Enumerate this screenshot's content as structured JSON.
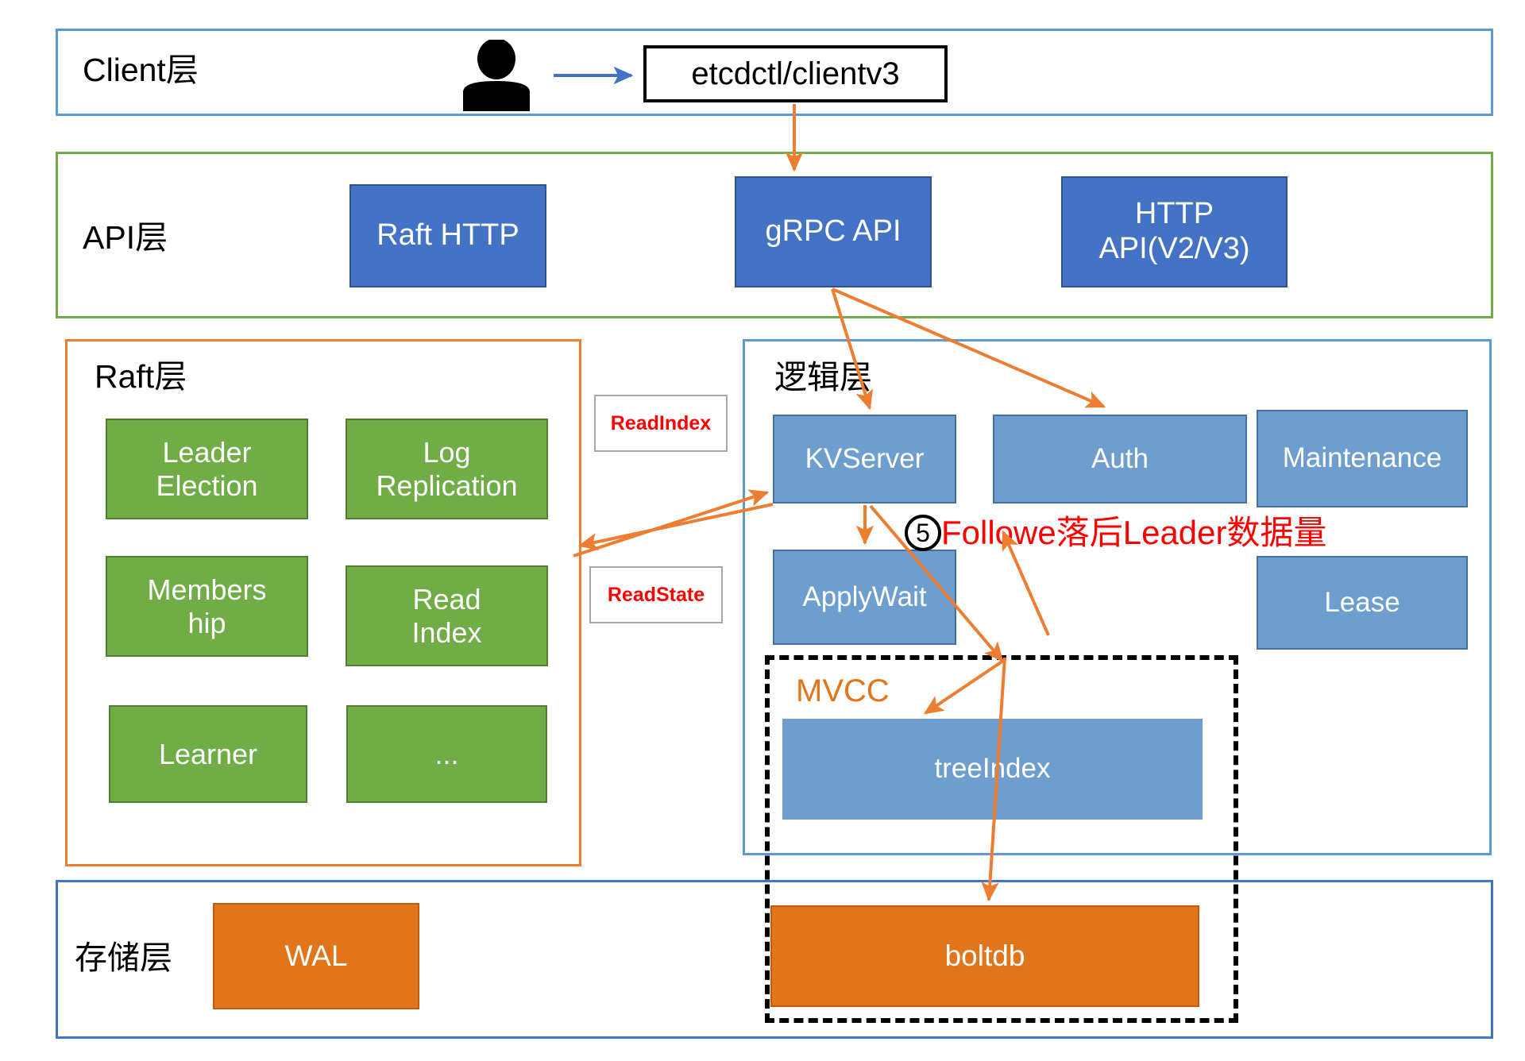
{
  "diagram": {
    "title": "etcd architecture layers",
    "colors": {
      "api_box": "#4472C4",
      "api_box_border": "#2F528F",
      "raft_box": "#70AD47",
      "raft_box_border": "#507E32",
      "logic_box": "#6D9ECE",
      "logic_box_border": "#41719C",
      "storage_box": "#E1751B",
      "storage_box_border": "#C05A0D",
      "layer_blue": "#5B9BD5",
      "layer_green": "#70AD47",
      "layer_orange": "#ED7D31",
      "arrow_orange": "#ED7D31",
      "arrow_blue": "#4472C4",
      "annotation_red": "#FF0000",
      "mvcc_orange": "#E1751B",
      "tag_red": "#FF0000",
      "tag_border": "#A6A6A6"
    },
    "layers": [
      {
        "id": "client",
        "label": "Client层",
        "border_color": "#5B9BD5"
      },
      {
        "id": "api",
        "label": "API层",
        "border_color": "#70AD47"
      },
      {
        "id": "raft",
        "label": "Raft层",
        "border_color": "#ED7D31"
      },
      {
        "id": "logic",
        "label": "逻辑层",
        "border_color": "#5B9BD5"
      },
      {
        "id": "storage",
        "label": "存储层",
        "border_color": "#4472C4"
      }
    ],
    "client_layer": {
      "user_icon": "person-icon",
      "arrow": "blue-right-arrow",
      "node": {
        "label": "etcdctl/clientv3",
        "fill": "#FFFFFF",
        "border": "#000000",
        "text": "#000000"
      }
    },
    "api_layer": {
      "nodes": [
        {
          "label": "Raft HTTP"
        },
        {
          "label": "gRPC API"
        },
        {
          "label": "HTTP\nAPI(V2/V3)"
        }
      ]
    },
    "raft_layer": {
      "nodes": [
        {
          "label": "Leader\nElection"
        },
        {
          "label": "Log\nReplication"
        },
        {
          "label": "Members\nhip"
        },
        {
          "label": "Read\nIndex"
        },
        {
          "label": "Learner"
        },
        {
          "label": "..."
        }
      ]
    },
    "tags": [
      {
        "label": "ReadIndex"
      },
      {
        "label": "ReadState"
      }
    ],
    "logic_layer": {
      "nodes": [
        {
          "label": "KVServer"
        },
        {
          "label": "Auth"
        },
        {
          "label": "Maintenance"
        },
        {
          "label": "ApplyWait"
        },
        {
          "label": "Lease"
        }
      ],
      "mvcc": {
        "label": "MVCC",
        "nodes": [
          {
            "label": "treeIndex"
          }
        ]
      }
    },
    "storage_layer": {
      "nodes": [
        {
          "label": "WAL"
        },
        {
          "label": "boltdb"
        }
      ]
    },
    "annotations": [
      {
        "marker": "5",
        "text": "Followe落后Leader数据量",
        "color": "#FF0000"
      }
    ]
  }
}
